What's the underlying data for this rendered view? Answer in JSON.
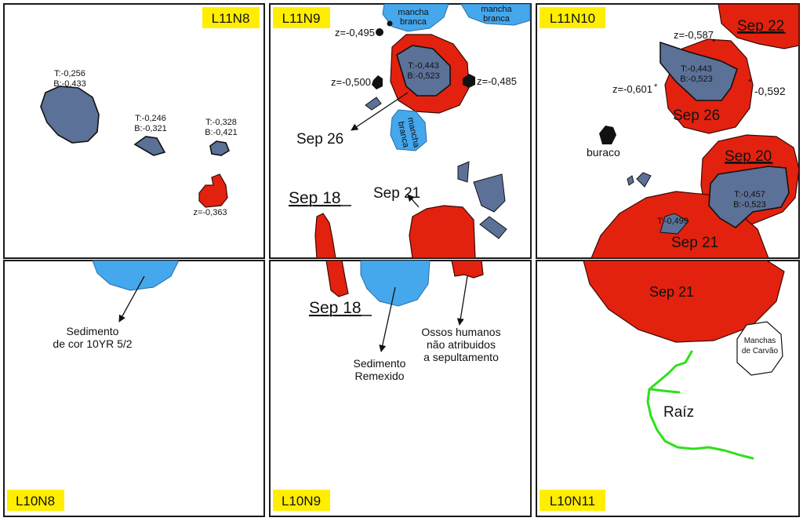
{
  "squares": {
    "l11n8": "L11N8",
    "l11n9": "L11N9",
    "l11n10": "L11N10",
    "l10n8": "L10N8",
    "l10n9": "L10N9",
    "l10n11": "L10N11"
  },
  "l11n8": {
    "large_feature": [
      "T:-0,256",
      "B:-0,433"
    ],
    "mid_feature": [
      "T:-0,246",
      "B:-0,321"
    ],
    "small_feature": [
      "T:-0,328",
      "B:-0,421"
    ],
    "red_z": "z=-0,363"
  },
  "l11n9": {
    "z_top": "z=-0,495",
    "z_left": "z=-0,500",
    "z_right": "z=-0,485",
    "sep26_values": [
      "T:-0,443",
      "B:-0,523"
    ],
    "mancha_top_left": [
      "mancha",
      "branca"
    ],
    "mancha_top_right": [
      "mancha",
      "branca"
    ],
    "mancha_mid": [
      "mancha",
      "branca"
    ],
    "sep26_label": "Sep 26",
    "sep18_label": "Sep 18",
    "sep21_label": "Sep 21"
  },
  "l11n10": {
    "sep22_label": "Sep 22",
    "z_top": "z=-0,587",
    "z_left": "z=-0,601",
    "z_right": "-0,592",
    "sep26_values": [
      "T:-0,443",
      "B:-0,523"
    ],
    "sep26_label": "Sep 26",
    "buraco_label": "buraco",
    "sep20_label": "Sep 20",
    "sep20_values": [
      "T:-0,457",
      "B:-0,523"
    ],
    "sep21_t": "T:-0,499",
    "sep21_label": "Sep 21"
  },
  "l10n8": {
    "sediment_label": [
      "Sedimento",
      "de cor 10YR 5/2"
    ]
  },
  "l10n9": {
    "sep18_label": "Sep 18",
    "sediment_label": [
      "Sedimento",
      "Remexido"
    ],
    "ossos_label": [
      "Ossos humanos",
      "não atribuidos",
      "a sepultamento"
    ]
  },
  "l10n11": {
    "sep21_label": "Sep 21",
    "carvao_label": [
      "Manchas",
      "de Carvão"
    ],
    "raiz_label": "Raíz"
  },
  "colors": {
    "burial_red": "#e2220f",
    "bone_bluegrey": "#5b7198",
    "sediment_blue": "#45a7ec",
    "badge_yellow": "#ffee00",
    "root_green": "#2ee01a"
  }
}
